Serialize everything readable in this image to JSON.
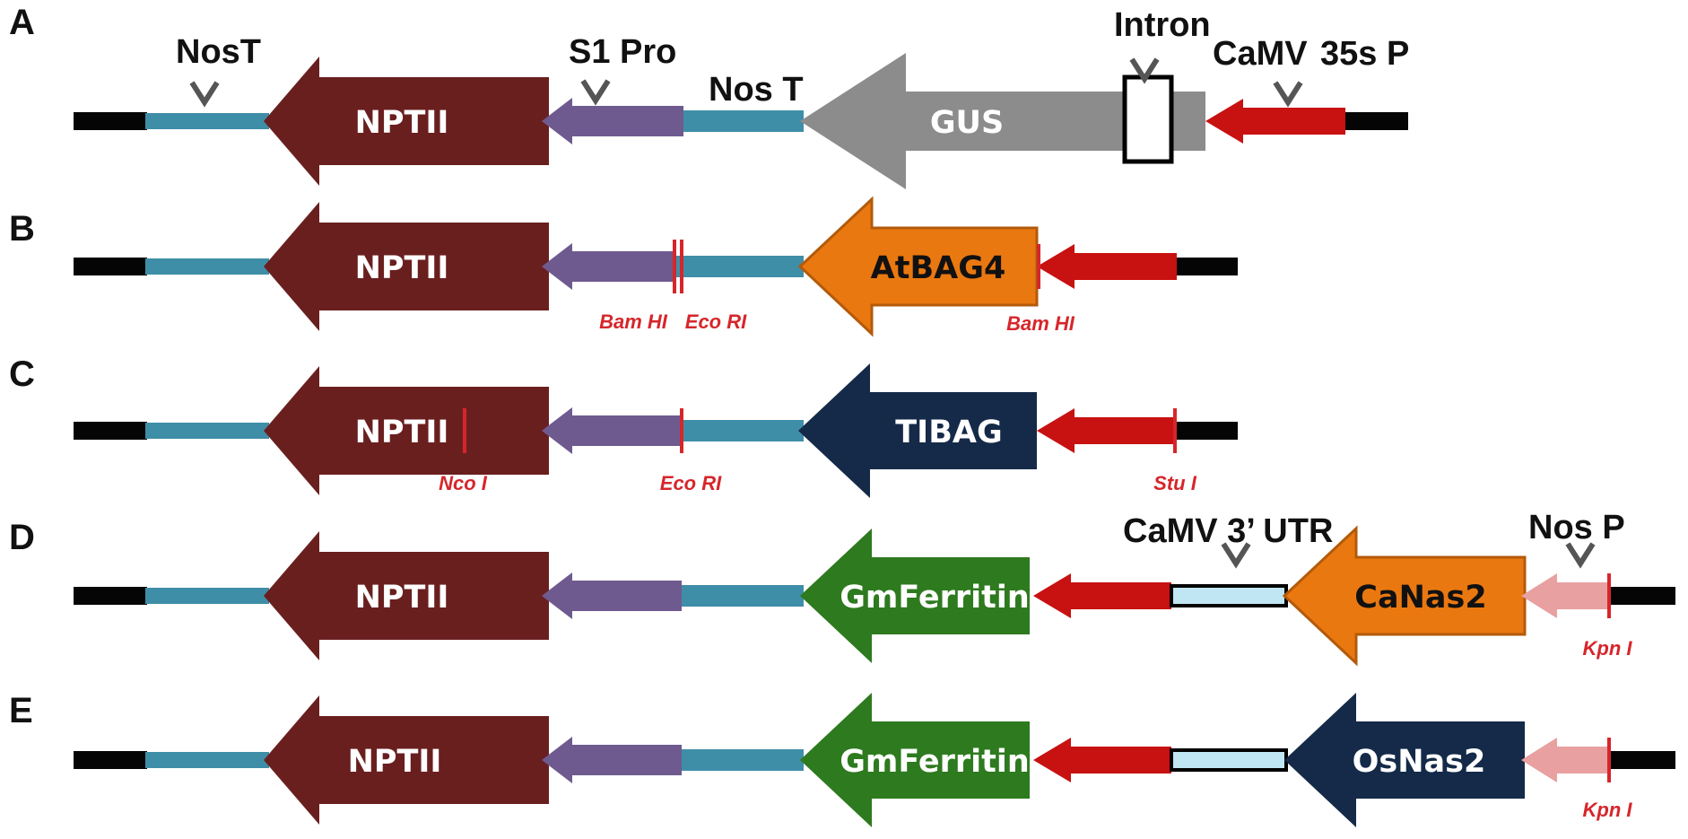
{
  "colors": {
    "backbone": "#050505",
    "nos": "#3f8ea8",
    "nptii": "#6a1f1f",
    "s1pro": "#6e5a8f",
    "gus": "#8c8c8c",
    "camv35s": "#c81111",
    "orange": "#ea7810",
    "navy": "#142a48",
    "green": "#2e7a1f",
    "utr": "#bfe6f2",
    "nosp": "#e9a0a0",
    "site": "#d6262b"
  },
  "panels": [
    {
      "label": "A",
      "genes": [
        {
          "name": "NPTII",
          "color": "nptii"
        },
        {
          "name": "GUS",
          "color": "gus"
        }
      ],
      "features": [
        "NosT",
        "S1 Pro",
        "Nos T",
        "Intron",
        "CaMV",
        "35s P"
      ],
      "sites": []
    },
    {
      "label": "B",
      "genes": [
        {
          "name": "NPTII",
          "color": "nptii"
        },
        {
          "name": "AtBAG4",
          "color": "orange"
        }
      ],
      "features": [],
      "sites": [
        "Bam HI",
        "Eco RI",
        "Bam HI"
      ]
    },
    {
      "label": "C",
      "genes": [
        {
          "name": "NPTII",
          "color": "nptii"
        },
        {
          "name": "TIBAG",
          "color": "navy"
        }
      ],
      "features": [],
      "sites": [
        "Nco I",
        "Eco RI",
        "Stu I"
      ]
    },
    {
      "label": "D",
      "genes": [
        {
          "name": "NPTII",
          "color": "nptii"
        },
        {
          "name": "GmFerritin",
          "color": "green"
        },
        {
          "name": "CaNas2",
          "color": "orange"
        }
      ],
      "features": [
        "CaMV 3’ UTR",
        "Nos P"
      ],
      "sites": [
        "Kpn I"
      ]
    },
    {
      "label": "E",
      "genes": [
        {
          "name": "NPTII",
          "color": "nptii"
        },
        {
          "name": "GmFerritin",
          "color": "green"
        },
        {
          "name": "OsNas2",
          "color": "navy"
        }
      ],
      "features": [],
      "sites": [
        "Kpn I"
      ]
    }
  ]
}
